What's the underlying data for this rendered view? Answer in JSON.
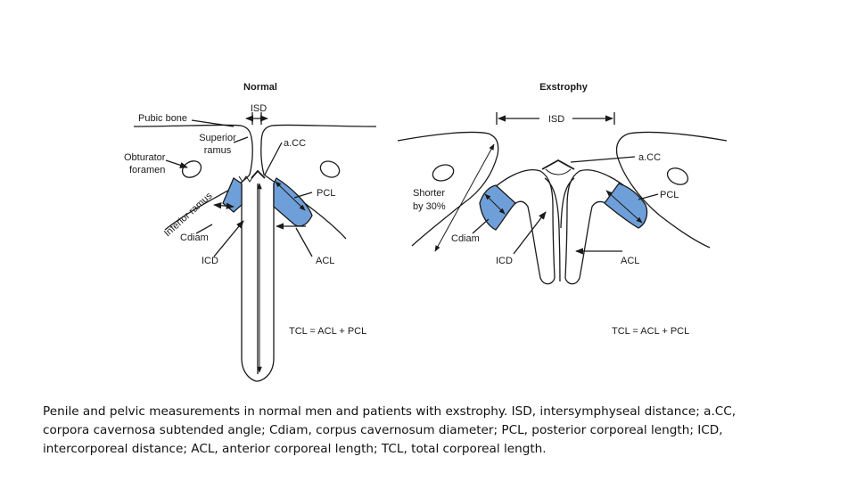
{
  "colors": {
    "corpora_fill": "#6f9fd8",
    "line": "#1a1a1a"
  },
  "normal": {
    "title": "Normal",
    "isd": "ISD",
    "pubic_bone": "Pubic bone",
    "superior_ramus_1": "Superior",
    "superior_ramus_2": "ramus",
    "acc": "a.CC",
    "obturator_1": "Obturator",
    "obturator_2": "foramen",
    "pcl": "PCL",
    "inferior_ramus": "Inferior ramus",
    "cdiam": "Cdiam",
    "icd": "ICD",
    "acl": "ACL",
    "tcl": "TCL = ACL + PCL"
  },
  "exstrophy": {
    "title": "Exstrophy",
    "isd": "ISD",
    "acc": "a.CC",
    "shorter_1": "Shorter",
    "shorter_2": "by 30%",
    "pcl": "PCL",
    "cdiam": "Cdiam",
    "icd": "ICD",
    "acl": "ACL",
    "tcl": "TCL = ACL + PCL"
  },
  "caption": "Penile and pelvic measurements in normal men and patients with exstrophy. ISD, intersymphyseal distance; a.CC, corpora cavernosa subtended angle; Cdiam, corpus cavernosum diameter; PCL, posterior corporeal length; ICD, intercorporeal distance; ACL, anterior corporeal length; TCL, total corporeal length."
}
